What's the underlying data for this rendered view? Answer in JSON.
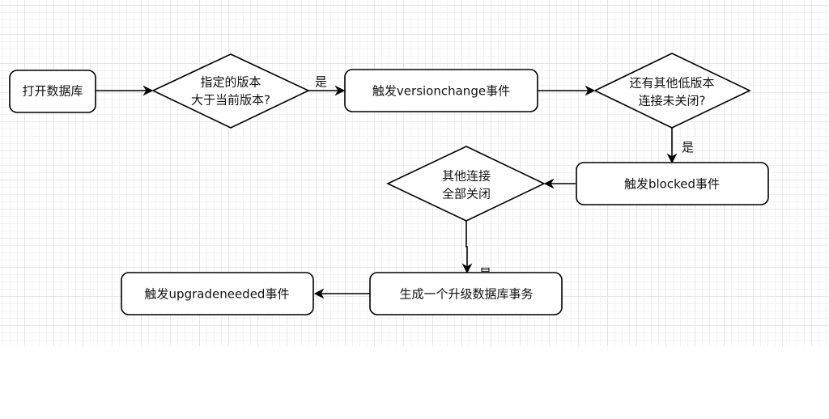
{
  "diagram": {
    "type": "flowchart",
    "colors": {
      "stroke": "#000000",
      "fill": "#ffffff",
      "grid": "#e6e6e6",
      "text": "#111111"
    },
    "nodes": {
      "open_db": {
        "shape": "rounded-rect",
        "lines": [
          "打开数据库"
        ]
      },
      "version_check": {
        "shape": "diamond",
        "lines": [
          "指定的版本",
          "大于当前版本?"
        ]
      },
      "versionchange": {
        "shape": "rounded-rect",
        "lines": [
          "触发versionchange事件"
        ]
      },
      "others_open": {
        "shape": "diamond",
        "lines": [
          "还有其他低版本",
          "连接未关闭?"
        ]
      },
      "blocked": {
        "shape": "rounded-rect",
        "lines": [
          "触发blocked事件"
        ]
      },
      "all_closed": {
        "shape": "diamond",
        "lines": [
          "其他连接",
          "全部关闭"
        ]
      },
      "upgrade_tx": {
        "shape": "rounded-rect",
        "lines": [
          "生成一个升级数据库事务"
        ]
      },
      "upgradeneeded": {
        "shape": "rounded-rect",
        "lines": [
          "触发upgradeneeded事件"
        ]
      }
    },
    "edges": [
      {
        "from": "open_db",
        "to": "version_check",
        "label": ""
      },
      {
        "from": "version_check",
        "to": "versionchange",
        "label": "是"
      },
      {
        "from": "versionchange",
        "to": "others_open",
        "label": ""
      },
      {
        "from": "others_open",
        "to": "blocked",
        "label": "是"
      },
      {
        "from": "blocked",
        "to": "all_closed",
        "label": ""
      },
      {
        "from": "all_closed",
        "to": "upgrade_tx",
        "label": "是"
      },
      {
        "from": "upgrade_tx",
        "to": "upgradeneeded",
        "label": ""
      }
    ]
  }
}
